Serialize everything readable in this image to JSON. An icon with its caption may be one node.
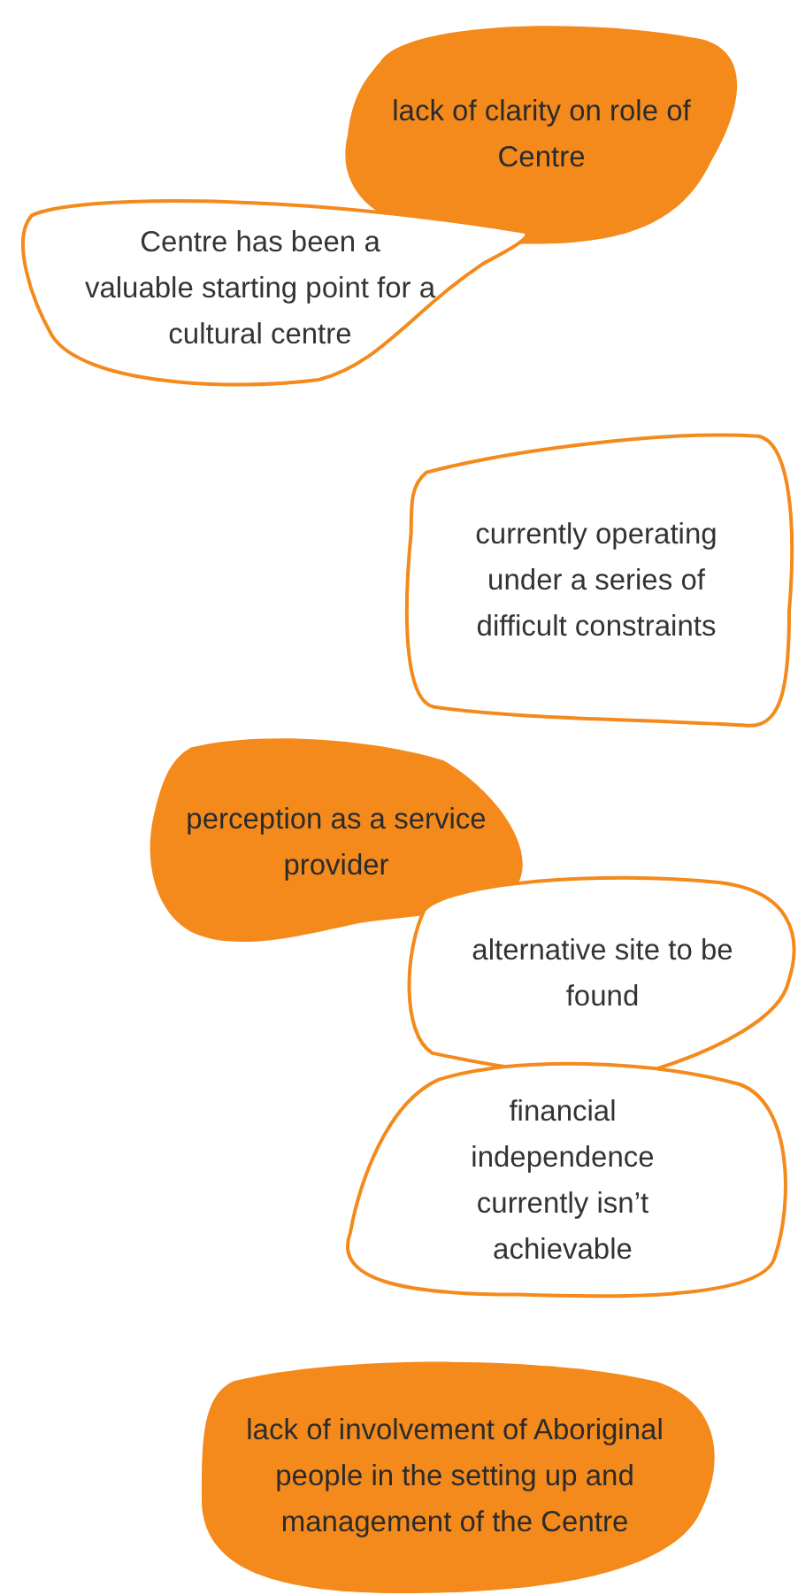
{
  "diagram": {
    "nodes": [
      {
        "text": [
          "lack of clarity on role of Centre"
        ]
      },
      {
        "text": [
          "Centre has been a valuable starting point for a cultural centre"
        ]
      },
      {
        "text": [
          "currently operating under a series of difficult constraints"
        ]
      },
      {
        "text": [
          "perception as a service provider"
        ]
      },
      {
        "text": [
          "alternative site to be found"
        ]
      },
      {
        "text": [
          "financial independence currently isn’t achievable"
        ]
      },
      {
        "text": [
          "lack of involvement of Aboriginal people in the setting up and management of the Centre"
        ]
      }
    ]
  }
}
